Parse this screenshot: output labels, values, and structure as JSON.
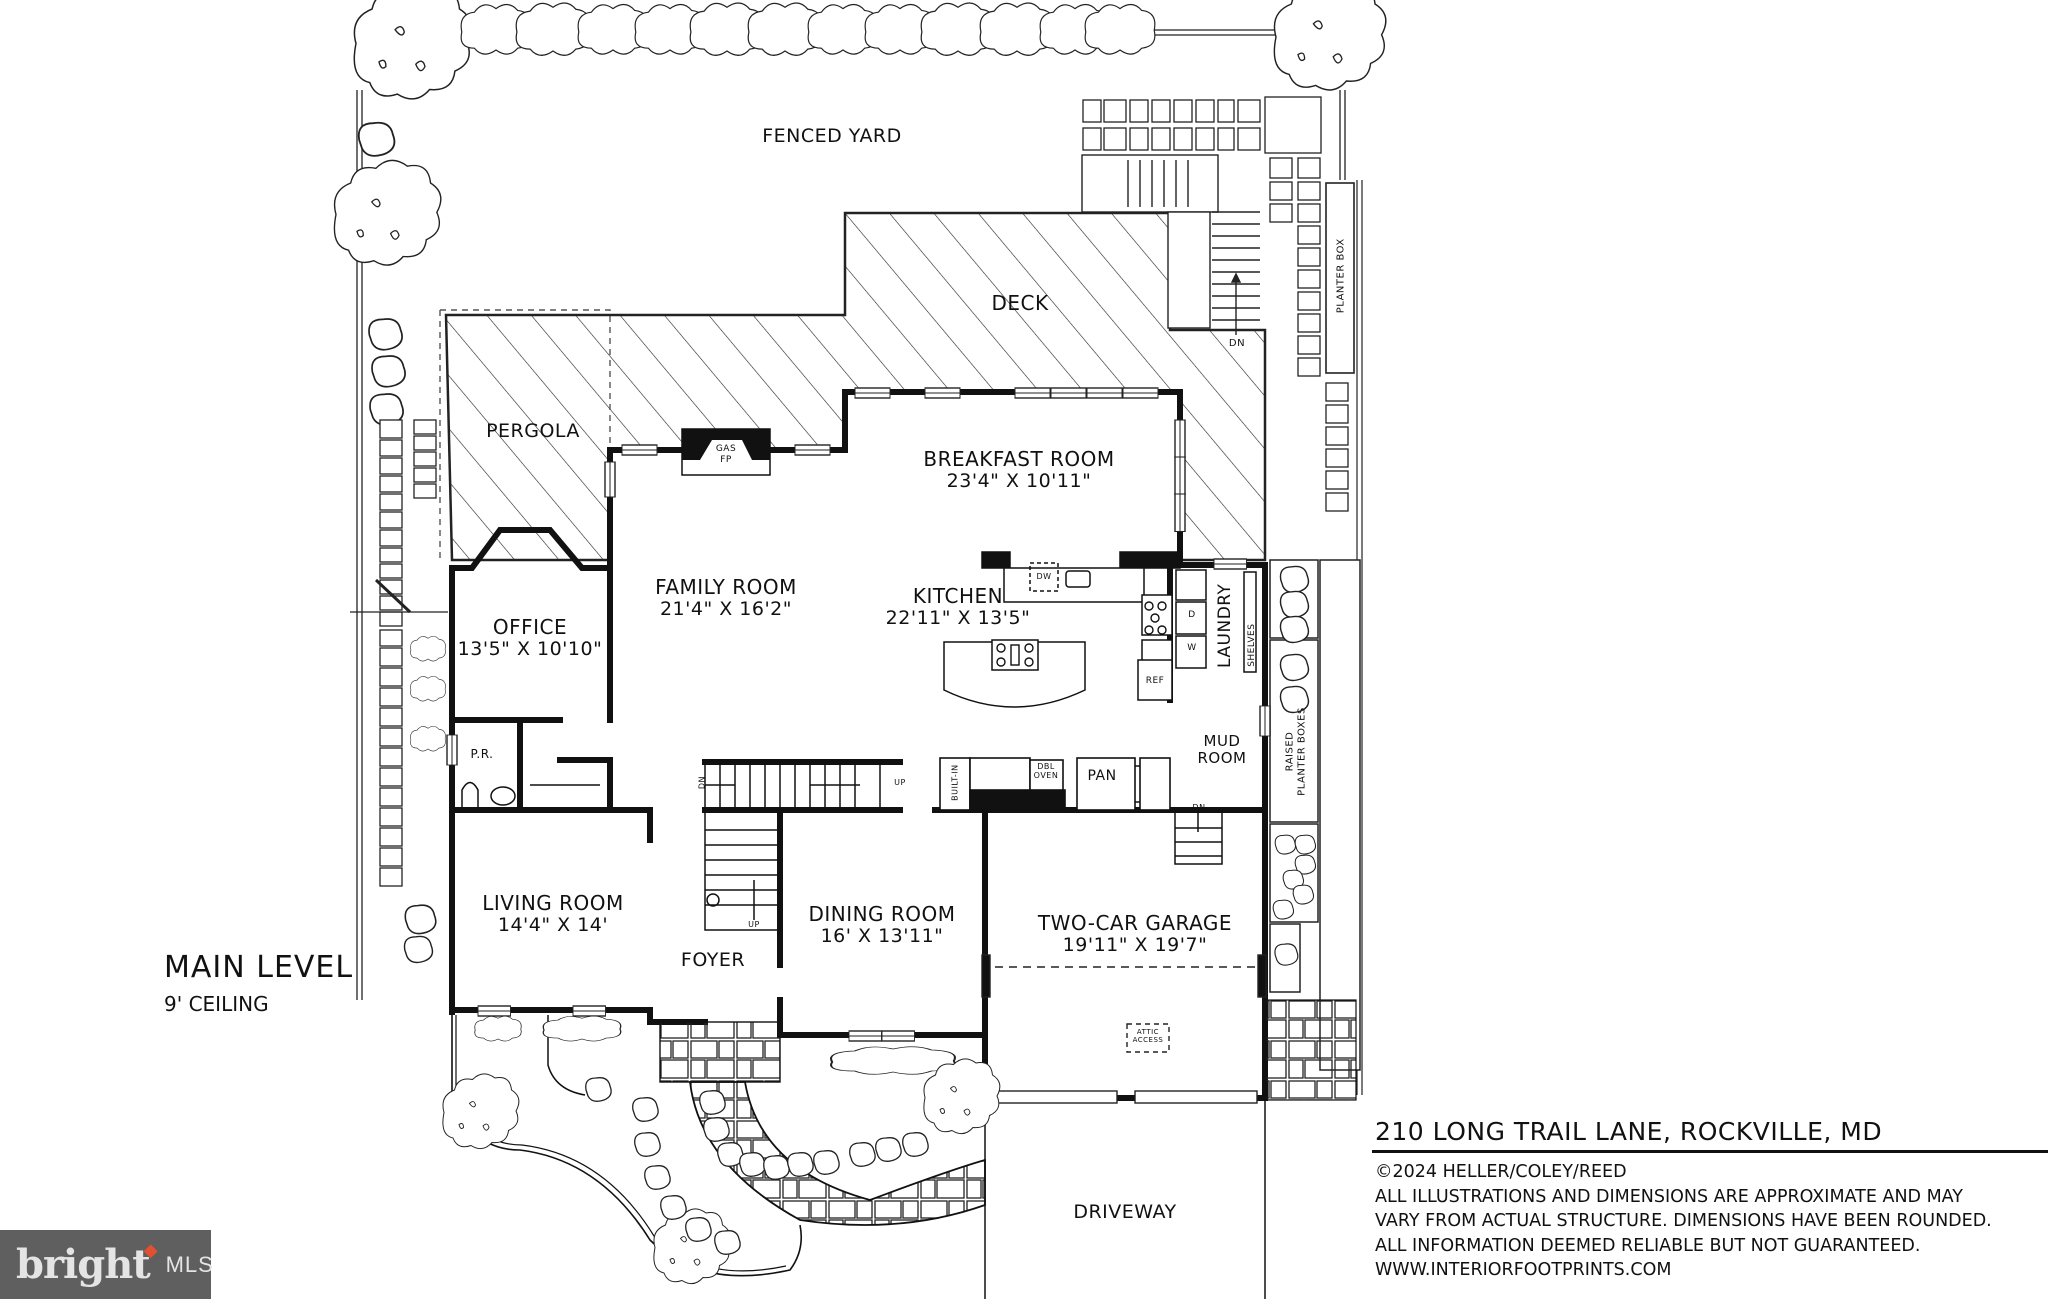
{
  "plan": {
    "level_title": "MAIN LEVEL",
    "ceiling": "9' CEILING",
    "address": "210 LONG TRAIL LANE, ROCKVILLE, MD",
    "credits": [
      "©2024 HELLER/COLEY/REED",
      "ALL ILLUSTRATIONS AND DIMENSIONS ARE APPROXIMATE AND MAY",
      "VARY FROM ACTUAL STRUCTURE. DIMENSIONS HAVE BEEN ROUNDED.",
      "ALL INFORMATION DEEMED RELIABLE BUT NOT GUARANTEED.",
      "WWW.INTERIORFOOTPRINTS.COM"
    ]
  },
  "outdoor": {
    "fenced_yard": "FENCED YARD",
    "deck": "DECK",
    "pergola": "PERGOLA",
    "driveway": "DRIVEWAY",
    "planter_box": "PLANTER BOX",
    "raised_planters_1": "RAISED",
    "raised_planters_2": "PLANTER BOXES",
    "deck_stair": "DN"
  },
  "rooms": {
    "office": {
      "name": "OFFICE",
      "dim": "13'5\" X 10'10\""
    },
    "family": {
      "name": "FAMILY ROOM",
      "dim": "21'4\" X 16'2\""
    },
    "breakfast": {
      "name": "BREAKFAST ROOM",
      "dim": "23'4\" X 10'11\""
    },
    "kitchen": {
      "name": "KITCHEN",
      "dim": "22'11\" X 13'5\""
    },
    "laundry": {
      "name": "LAUNDRY"
    },
    "mud": {
      "name1": "MUD",
      "name2": "ROOM"
    },
    "living": {
      "name": "LIVING ROOM",
      "dim": "14'4\" X 14'"
    },
    "dining": {
      "name": "DINING ROOM",
      "dim": "16' X 13'11\""
    },
    "foyer": {
      "name": "FOYER"
    },
    "garage": {
      "name": "TWO-CAR GARAGE",
      "dim": "19'11\" X 19'7\""
    },
    "powder": {
      "name": "P.R."
    }
  },
  "fixtures": {
    "gas1": "GAS",
    "gas2": "FP",
    "dw": "DW",
    "ref": "REF",
    "dryer": "D",
    "washer": "W",
    "shelves": "SHELVES",
    "builtin": "BUILT-IN",
    "dbl1": "DBL",
    "dbl2": "OVEN",
    "pan": "PAN",
    "attic1": "ATTIC",
    "attic2": "ACCESS",
    "stair_up": "UP",
    "stair_dn": "DN",
    "stair_up2": "UP",
    "mud_dn": "DN"
  },
  "watermark": {
    "brand": "bright",
    "suffix": "MLS",
    "accent": "#e2502f",
    "bg": "#5f5f5f"
  }
}
